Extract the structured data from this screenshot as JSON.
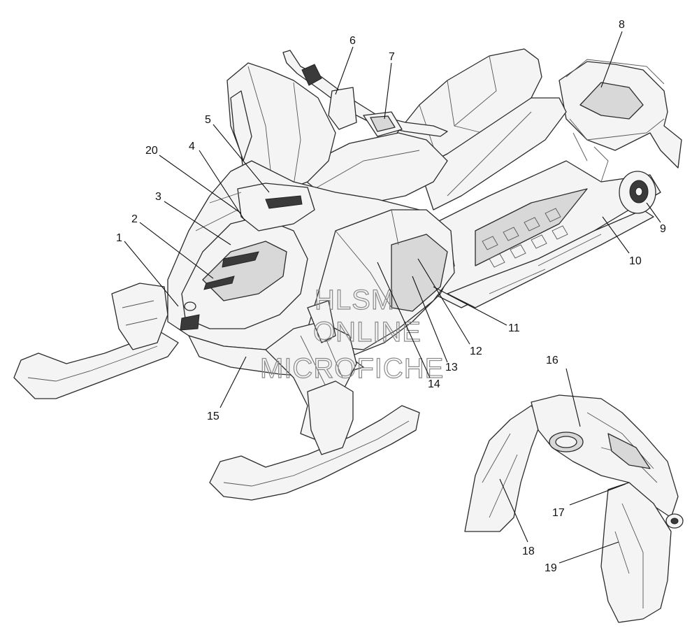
{
  "callouts": [
    {
      "id": "1"
    },
    {
      "id": "2"
    },
    {
      "id": "3"
    },
    {
      "id": "4"
    },
    {
      "id": "5"
    },
    {
      "id": "6"
    },
    {
      "id": "7"
    },
    {
      "id": "8"
    },
    {
      "id": "9"
    },
    {
      "id": "10"
    },
    {
      "id": "11"
    },
    {
      "id": "12"
    },
    {
      "id": "13"
    },
    {
      "id": "14"
    },
    {
      "id": "15"
    },
    {
      "id": "16"
    },
    {
      "id": "17"
    },
    {
      "id": "18"
    },
    {
      "id": "19"
    },
    {
      "id": "20"
    }
  ],
  "watermark": {
    "line1": "HLSM",
    "line2": "ONLINE",
    "line3": "MICROFICHE"
  }
}
